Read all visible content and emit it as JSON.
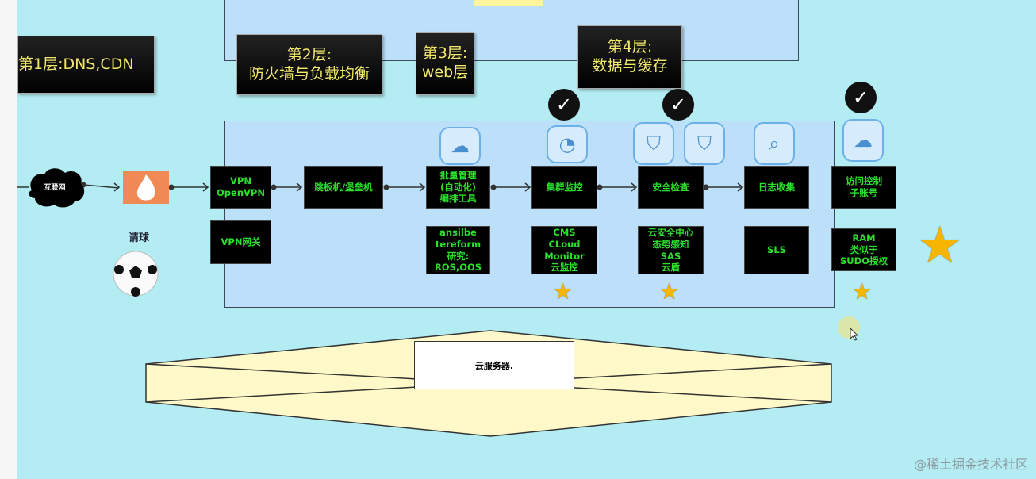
{
  "layers": {
    "l1": "第1层:DNS,CDN",
    "l2": "第2层:\n防火墙与负载均衡",
    "l3": "第3层:\nweb层",
    "l4": "第4层:\n数据与缓存"
  },
  "internet": "互联网",
  "ball_label": "请球",
  "nodes": [
    "VPN\nOpenVPN",
    "跳板机/堡垒机",
    "批量管理\n(自动化)\n编排工具",
    "集群监控",
    "安全检查",
    "日志收集",
    "访问控制\n子账号"
  ],
  "details": [
    "VPN网关",
    "ansilbe\ntereform\n研究:\nROS,OOS",
    "CMS\nCLoud\nMonitor\n云监控",
    "云安全中心\n态势感知\nSAS\n云盾",
    "SLS",
    "RAM\n类似于\nSUDO授权"
  ],
  "server": "云服务器.",
  "watermark": "@稀土掘金技术社区",
  "colors": {
    "background": "#b3ecf2",
    "panel": "#bde0fa",
    "node_text": "#2be02b",
    "layer_text": "#f2e96a"
  }
}
